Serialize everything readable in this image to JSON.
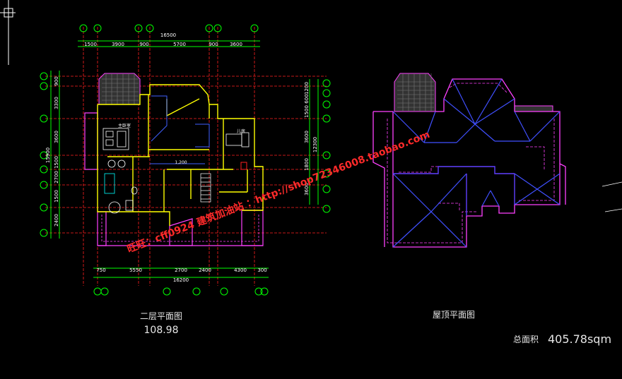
{
  "plan_left": {
    "top_total": "16500",
    "top_dims": [
      "1500",
      "3900",
      "900",
      "5700",
      "900",
      "3600"
    ],
    "bottom_dims": [
      "750",
      "5550",
      "2700",
      "2400",
      "4300",
      "300"
    ],
    "bottom_total": "16200",
    "left_dims": [
      "900",
      "3300",
      "3600",
      "1500",
      "2700",
      "1500",
      "2400"
    ],
    "left_total": "15900",
    "right_dims": [
      "1200",
      "600",
      "1500",
      "3600",
      "1800",
      "3600"
    ],
    "right_total": "12300",
    "room_labels": [
      "主卧室",
      "儿房"
    ],
    "inner_dim": "1,200",
    "title": "二层平面图",
    "area": "108.98"
  },
  "plan_right": {
    "title": "屋顶平面图"
  },
  "total_area": {
    "label": "总面积",
    "value": "405.78sqm"
  },
  "watermark": {
    "shop": "旺旺：cff0924  建筑加油站 ：http://shop72346008.taobao.com"
  },
  "colors": {
    "background": "#000000",
    "axis": "#00ff00",
    "grid": "#ff0000",
    "wall": "#ffff00",
    "roof": "#ff00ff",
    "ridge": "#4040ff",
    "text": "#ffffff"
  }
}
